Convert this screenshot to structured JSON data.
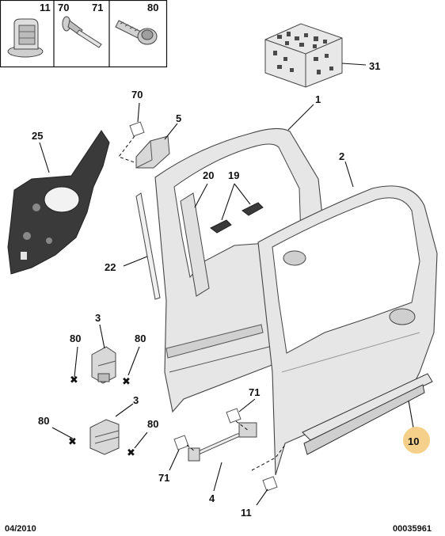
{
  "diagram": {
    "header_table": {
      "labels": [
        "11",
        "70",
        "71",
        "80"
      ]
    },
    "callouts": {
      "p1": "1",
      "p2": "2",
      "p3a": "3",
      "p3b": "3",
      "p4": "4",
      "p5": "5",
      "p10": "10",
      "p11": "11",
      "p19": "19",
      "p20": "20",
      "p22": "22",
      "p25": "25",
      "p31": "31",
      "p70": "70",
      "p71a": "71",
      "p71b": "71",
      "p80a": "80",
      "p80b": "80",
      "p80c": "80",
      "p80d": "80"
    },
    "highlight_color": "#f5d08a",
    "footer": {
      "date": "04/2010",
      "reference": "00035961"
    }
  }
}
